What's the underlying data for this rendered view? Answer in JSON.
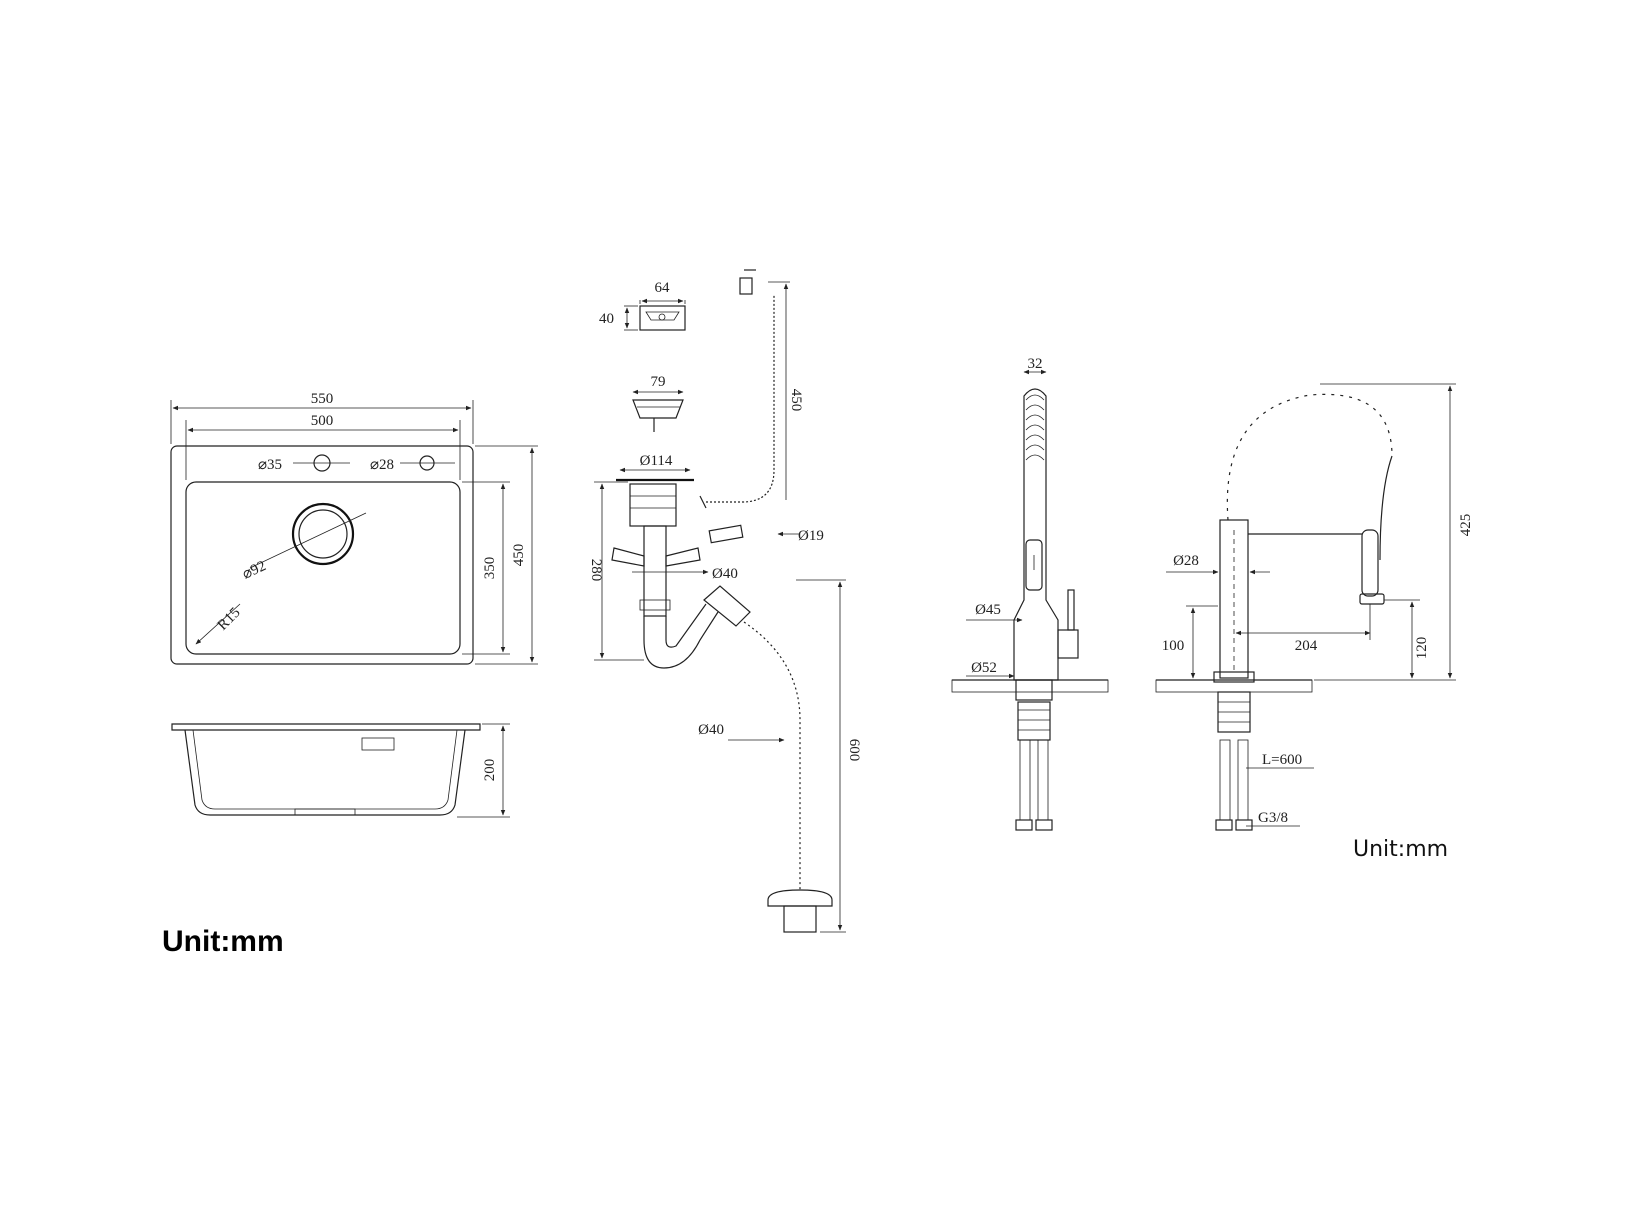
{
  "sink_top": {
    "overall_width": "550",
    "inner_width": "500",
    "hole1": "⌀35",
    "hole2": "⌀28",
    "drain": "⌀92",
    "radius": "R15",
    "inner_depth": "350",
    "overall_depth": "450"
  },
  "sink_side": {
    "height": "200"
  },
  "drain_kit": {
    "overflow_width": "64",
    "overflow_height": "40",
    "basket_width": "79",
    "flange": "Ø114",
    "hose_length": "450",
    "connector": "Ø19",
    "trap_height": "280",
    "pipe": "Ø40",
    "outlet_pipe": "Ø40",
    "outlet_length": "600"
  },
  "faucet_front": {
    "top_width": "32",
    "body": "Ø45",
    "base": "Ø52"
  },
  "faucet_side": {
    "pipe": "Ø28",
    "total_height": "425",
    "base_height": "100",
    "reach": "204",
    "spout_height": "120",
    "hose": "L=600",
    "thread": "G3/8"
  },
  "units": {
    "left": "Unit:mm",
    "right": "Unit:mm"
  },
  "colors": {
    "line": "#222222",
    "hot": "#c0504d",
    "cold": "#4a8fc0"
  }
}
